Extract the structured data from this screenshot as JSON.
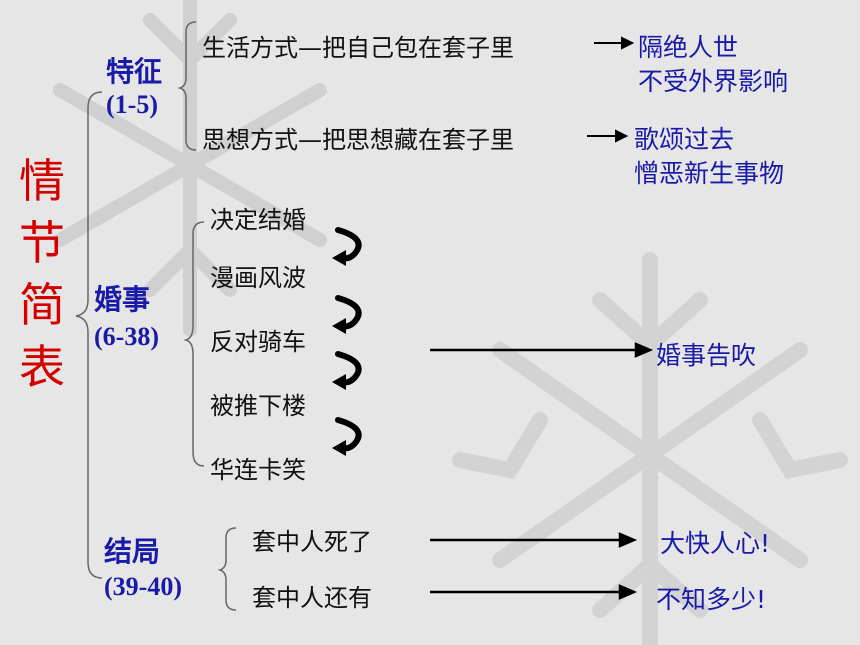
{
  "title_chars": [
    "情",
    "节",
    "简",
    "表"
  ],
  "sections": {
    "features": {
      "label": "特征",
      "range": "(1-5)",
      "rows": [
        {
          "text": "生活方式—把自己包在套子里",
          "result": [
            "隔绝人世",
            "不受外界影响"
          ]
        },
        {
          "text": "思想方式—把思想藏在套子里",
          "result": [
            "歌颂过去",
            "憎恶新生事物"
          ]
        }
      ]
    },
    "marriage": {
      "label": "婚事",
      "range": "(6-38)",
      "steps": [
        "决定结婚",
        "漫画风波",
        "反对骑车",
        "被推下楼",
        "华连卡笑"
      ],
      "result": "婚事告吹"
    },
    "ending": {
      "label": "结局",
      "range": "(39-40)",
      "rows": [
        {
          "text": "套中人死了",
          "result": "大快人心!"
        },
        {
          "text": "套中人还有",
          "result": "不知多少!"
        }
      ]
    }
  },
  "colors": {
    "title": "#d40000",
    "accent": "#1a1aa8",
    "background": "#e6e6e6"
  }
}
